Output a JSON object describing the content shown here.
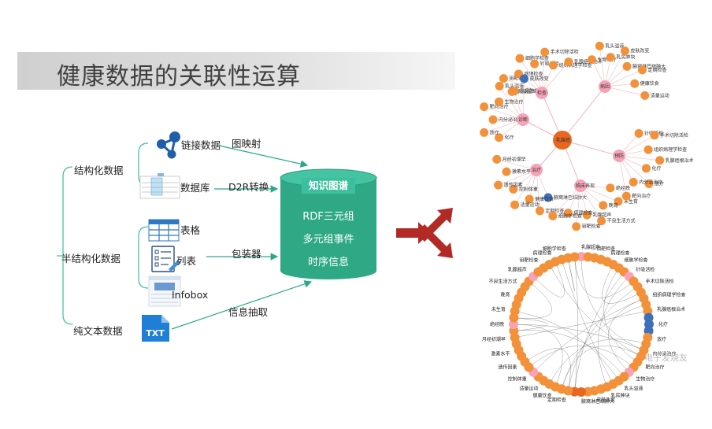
{
  "title": "健康数据的关联性运算",
  "sources": {
    "structured": "结构化数据",
    "semi_structured": "半结构化数据",
    "plain_text": "纯文本数据"
  },
  "items": {
    "linked_data": "链接数据",
    "database": "数据库",
    "table": "表格",
    "list": "列表",
    "infobox": "Infobox",
    "txt_icon": "TXT"
  },
  "methods": {
    "graph_mapping": "图映射",
    "d2r": "D2R转换",
    "wrapper": "包装器",
    "info_extraction": "信息抽取"
  },
  "knowledge_graph": {
    "title": "知识图谱",
    "lines": [
      "RDF三元组",
      "多元组事件",
      "时序信息"
    ]
  },
  "graph_nodes": {
    "center": "乳腺癌",
    "hubs": [
      "检查",
      "诊断",
      "治疗",
      "临床表现",
      "预防",
      "病因"
    ],
    "leaves": [
      "乳腺超声",
      "钼靶检查",
      "病理检查",
      "细胞学检查",
      "针吸活检",
      "手术切除活检",
      "组织病理学检查",
      "乳腺癌根治术",
      "化疗",
      "放疗",
      "内分泌治疗",
      "靶向治疗",
      "生物治疗",
      "乳头溢液",
      "乳房肿块",
      "皮肤改变",
      "腋窝淋巴结肿大",
      "定期检查",
      "健康饮食",
      "适量运动",
      "控制体重",
      "遗传因素",
      "激素水平",
      "月经初潮早",
      "绝经晚",
      "未生育",
      "晚育",
      "不良生活方式"
    ]
  },
  "watermark": "电子发烧友"
}
